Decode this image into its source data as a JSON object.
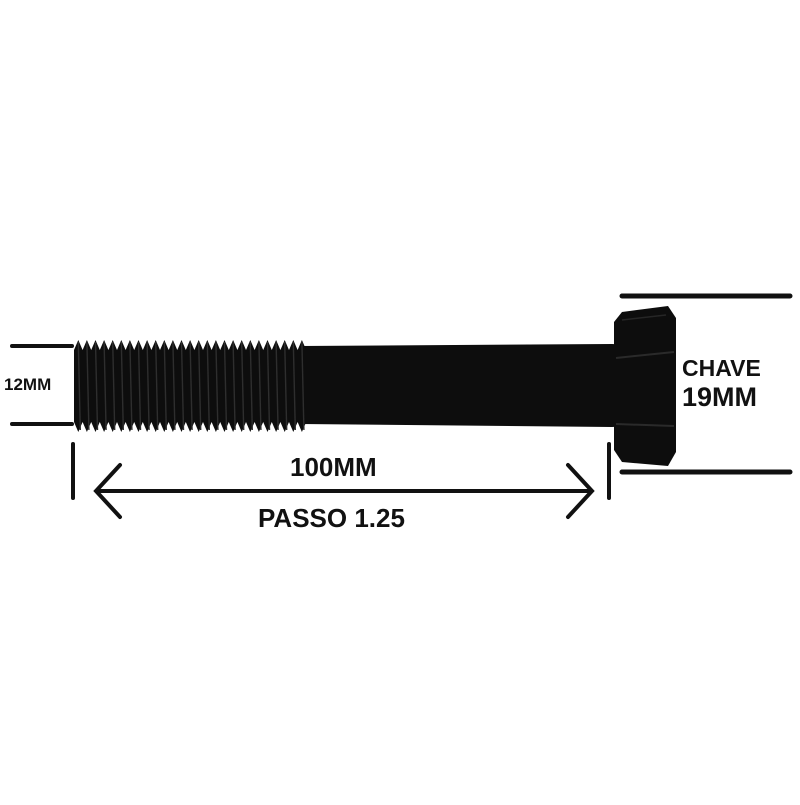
{
  "labels": {
    "diameter": "12MM",
    "length": "100MM",
    "pitch": "PASSO 1.25",
    "wrench_title": "CHAVE",
    "wrench_size": "19MM"
  },
  "colors": {
    "bolt": "#0d0d0d",
    "thread_highlight": "#2e2e2e",
    "lines": "#111111",
    "background": "#ffffff"
  }
}
